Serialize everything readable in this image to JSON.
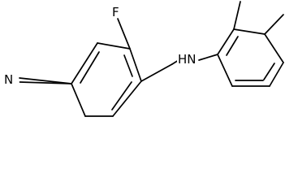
{
  "molecule": {
    "atoms": {
      "nitrogen_nitrile": "N",
      "fluorine": "F",
      "amine": "HN"
    }
  },
  "colors": {
    "bond": "#000000",
    "background": "#ffffff"
  }
}
